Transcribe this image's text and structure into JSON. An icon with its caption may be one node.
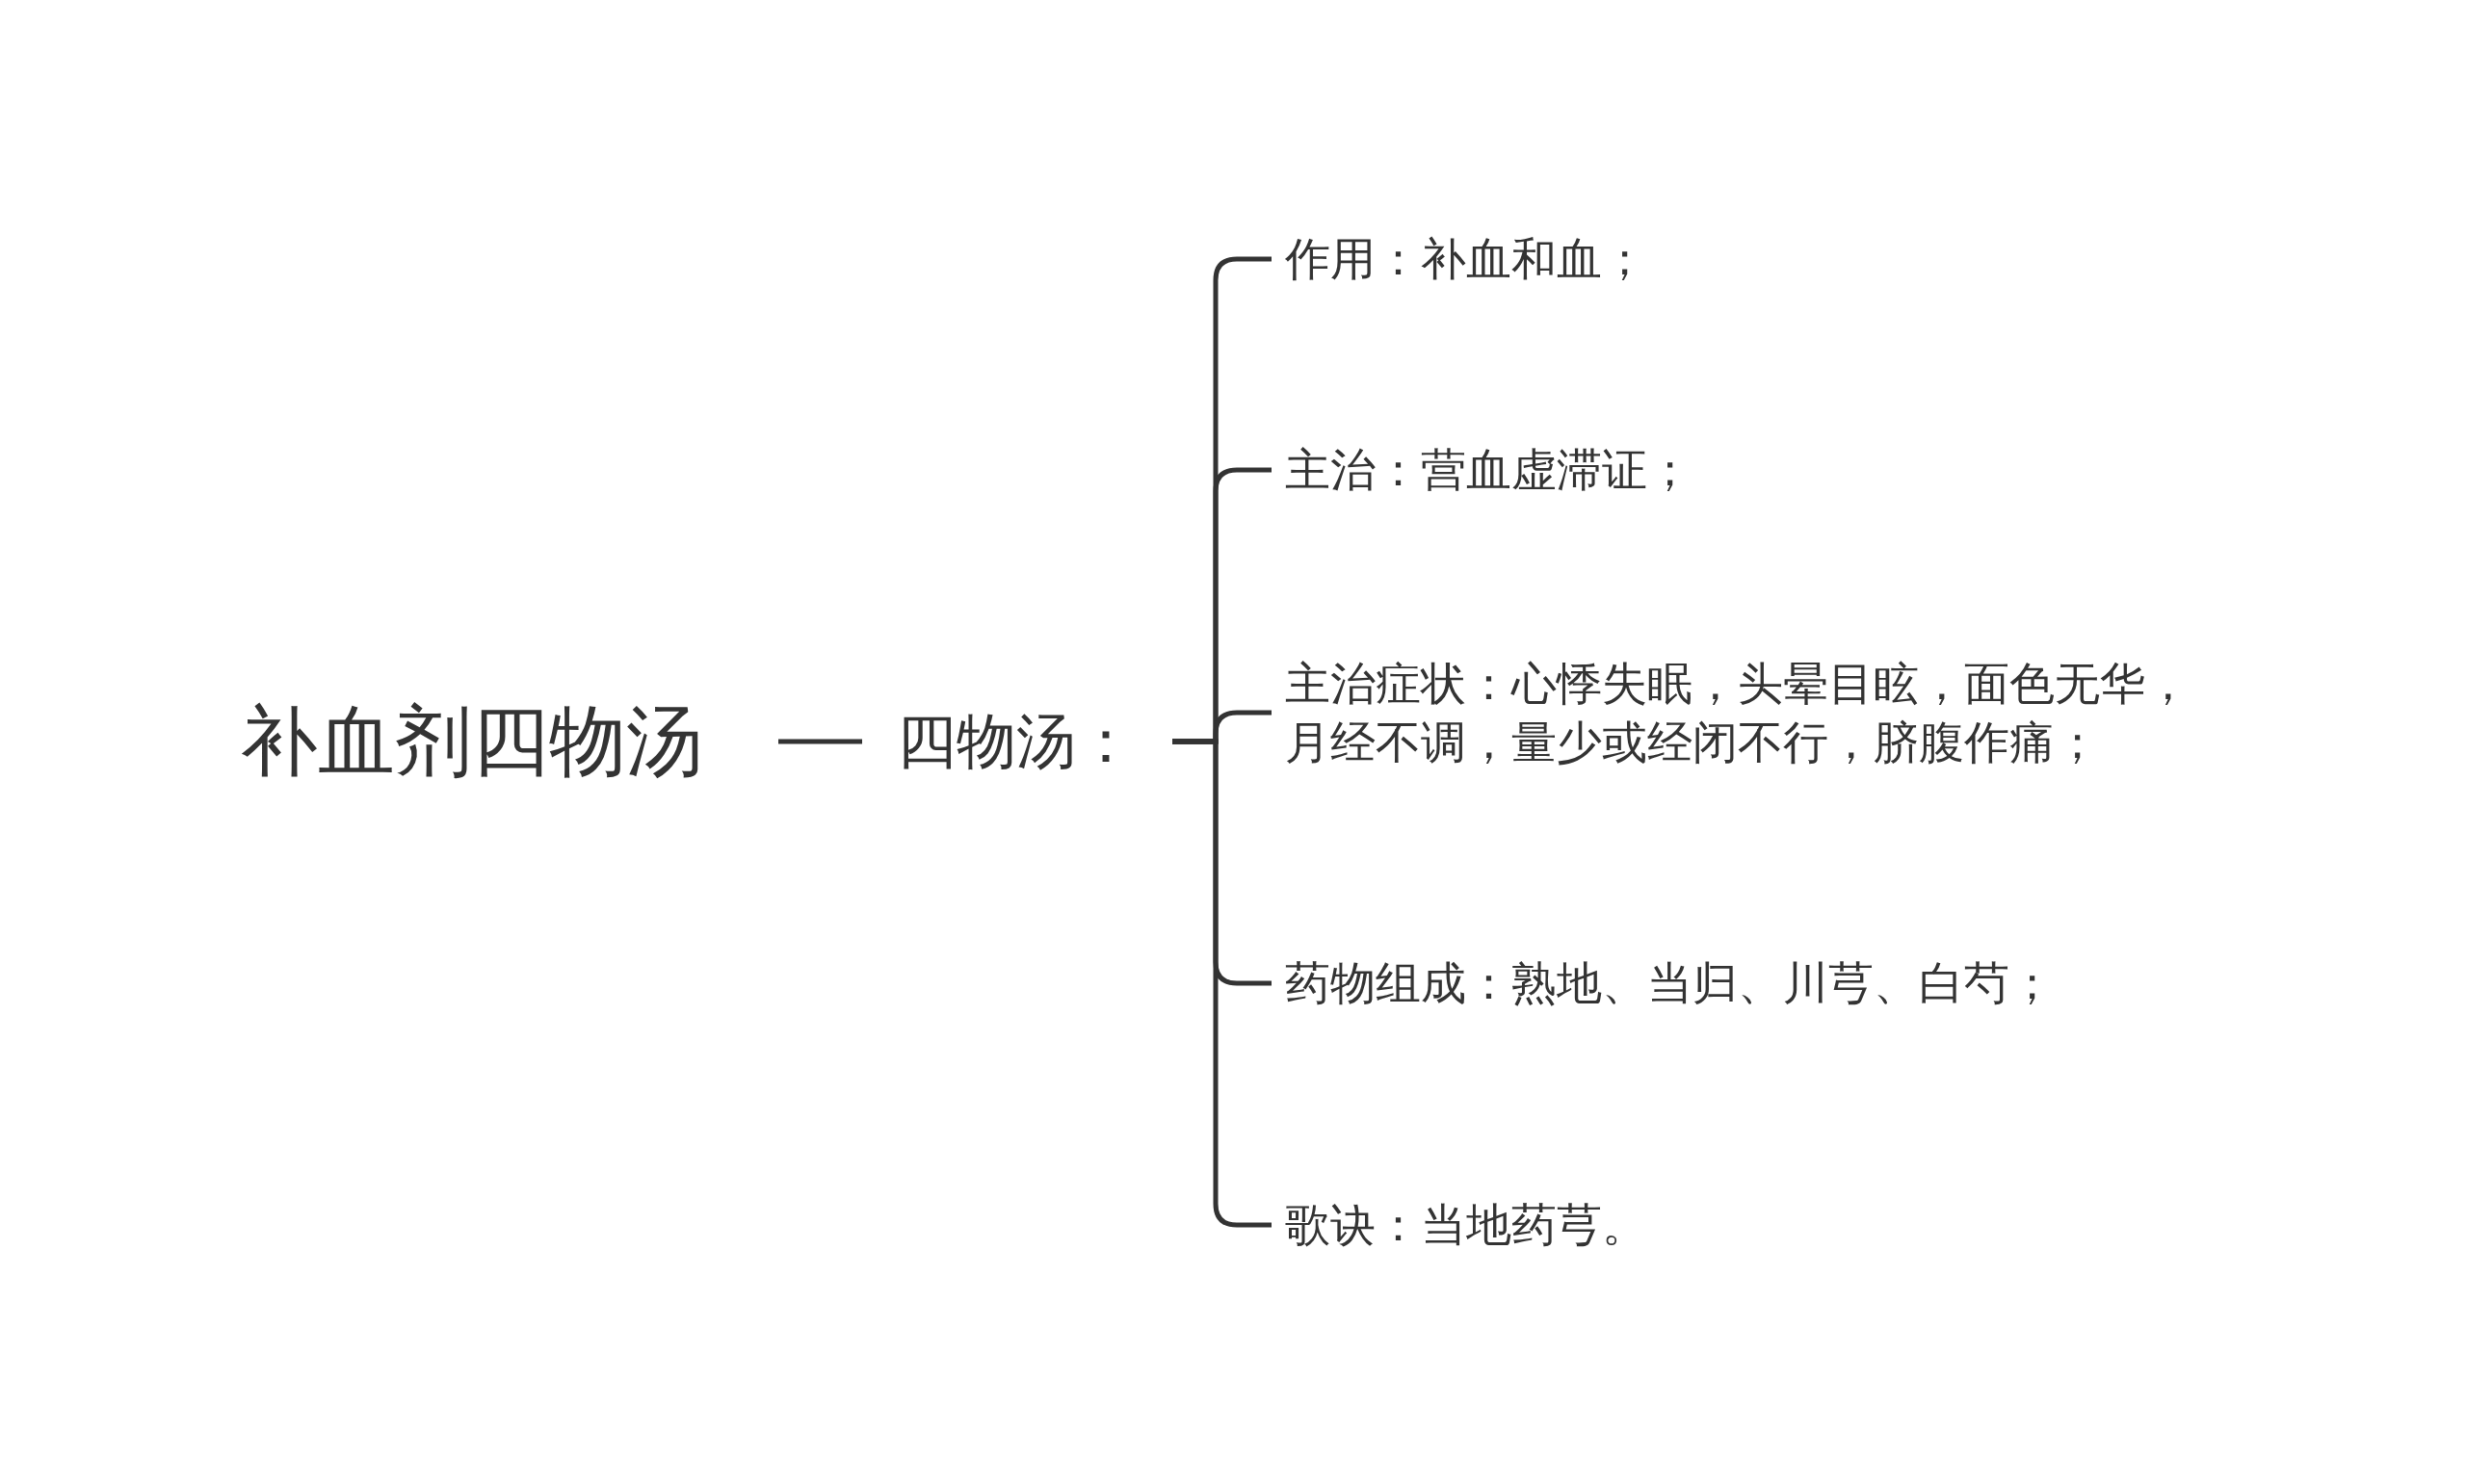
{
  "diagram": {
    "nodes": [
      {
        "text": [
          "补血剂四物汤"
        ]
      },
      {
        "text": [
          "四物汤："
        ]
      },
      {
        "text": [
          "作用：补血和血；"
        ]
      },
      {
        "text": [
          "主治：营血虚滞证；"
        ]
      },
      {
        "text": [
          "主治症状：心悸失眠，头晕目眩，面色无华，月经不调，量少或经闭不行，脐腹作痛；"
        ]
      },
      {
        "text": [
          "药物组成：熟地、当归、川芎、白芍；"
        ]
      },
      {
        "text": [
          "歌诀：当地药芎。"
        ]
      }
    ],
    "edges": [
      {
        "from": 0,
        "to": 1,
        "arrow": "none"
      },
      {
        "from": 1,
        "to": 2,
        "arrow": "none"
      },
      {
        "from": 1,
        "to": 3,
        "arrow": "none"
      },
      {
        "from": 1,
        "to": 4,
        "arrow": "none"
      },
      {
        "from": 1,
        "to": 5,
        "arrow": "none"
      },
      {
        "from": 1,
        "to": 6,
        "arrow": "none"
      }
    ]
  }
}
